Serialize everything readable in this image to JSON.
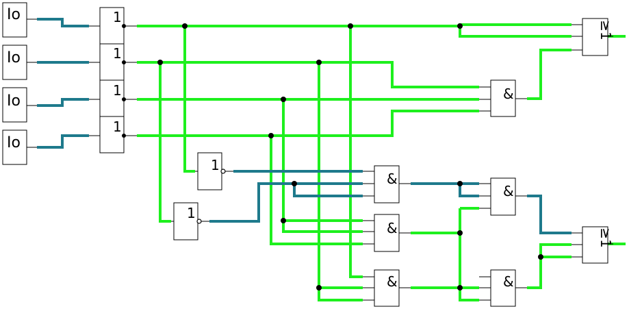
{
  "colors": {
    "on": "#1ef01e",
    "off": "#1e7a8c"
  },
  "inputs": [
    {
      "label": "Io",
      "signal": "off"
    },
    {
      "label": "Io",
      "signal": "off"
    },
    {
      "label": "Io",
      "signal": "off"
    },
    {
      "label": "Io",
      "signal": "off"
    }
  ],
  "gates": {
    "buffer_label": "1",
    "and_label": "&",
    "or_label": "≥1",
    "or_label_rotated": true
  },
  "outputs": [
    {
      "signal": "on"
    },
    {
      "signal": "on"
    }
  ]
}
